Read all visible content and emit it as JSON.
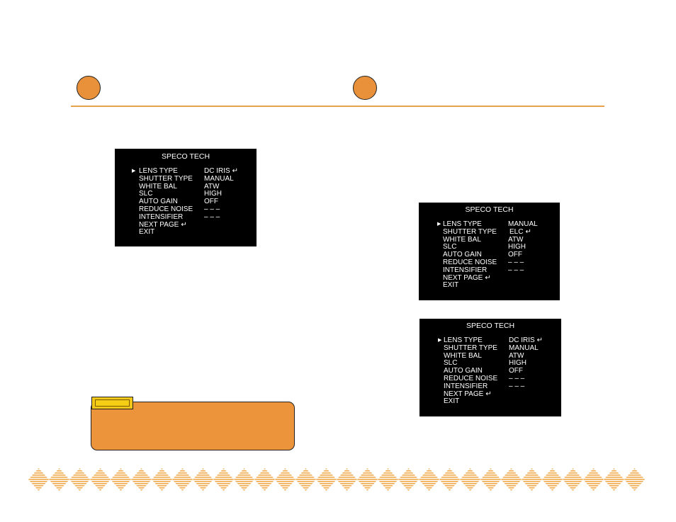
{
  "osd_left": {
    "title": "SPECO TECH",
    "cursor": "▶",
    "enter_symbol": "↵",
    "labels": [
      "LENS TYPE",
      "SHUTTER TYPE",
      "WHITE  BAL",
      "SLC",
      "AUTO  GAIN",
      "REDUCE NOISE",
      "INTENSIFIER",
      "NEXT  PAGE",
      "EXIT"
    ],
    "values": [
      "DC  IRIS",
      "MANUAL",
      "ATW",
      "HIGH",
      "OFF",
      "– – –",
      "– – –"
    ]
  },
  "osd_right_top": {
    "title": "SPECO TECH",
    "cursor": "▶",
    "enter_symbol": "↵",
    "labels": [
      "LENS TYPE",
      "SHUTTER TYPE",
      "WHITE  BAL",
      "SLC",
      "AUTO  GAIN",
      "REDUCE NOISE",
      "INTENSIFIER",
      "NEXT  PAGE",
      "EXIT"
    ],
    "values": [
      "MANUAL",
      "ELC",
      "ATW",
      "HIGH",
      "OFF",
      "– – –",
      "– – –"
    ]
  },
  "osd_right_bottom": {
    "title": "SPECO TECH",
    "cursor": "▶",
    "enter_symbol": "↵",
    "labels": [
      "LENS TYPE",
      "SHUTTER TYPE",
      "WHITE  BAL",
      "SLC",
      "AUTO  GAIN",
      "REDUCE NOISE",
      "INTENSIFIER",
      "NEXT  PAGE",
      "EXIT"
    ],
    "values": [
      "DC  IRIS",
      "MANUAL",
      "ATW",
      "HIGH",
      "OFF",
      "– – –",
      "– – –"
    ]
  },
  "colors": {
    "accent_orange": "#ec943c",
    "rule_orange": "#e7a24a",
    "note_tab_yellow": "#f2c718",
    "osd_background": "#000000"
  },
  "icons": {
    "section_marker": "orange-circle-icon",
    "enter": "enter-arrow-icon",
    "cursor": "triangle-cursor-icon"
  }
}
